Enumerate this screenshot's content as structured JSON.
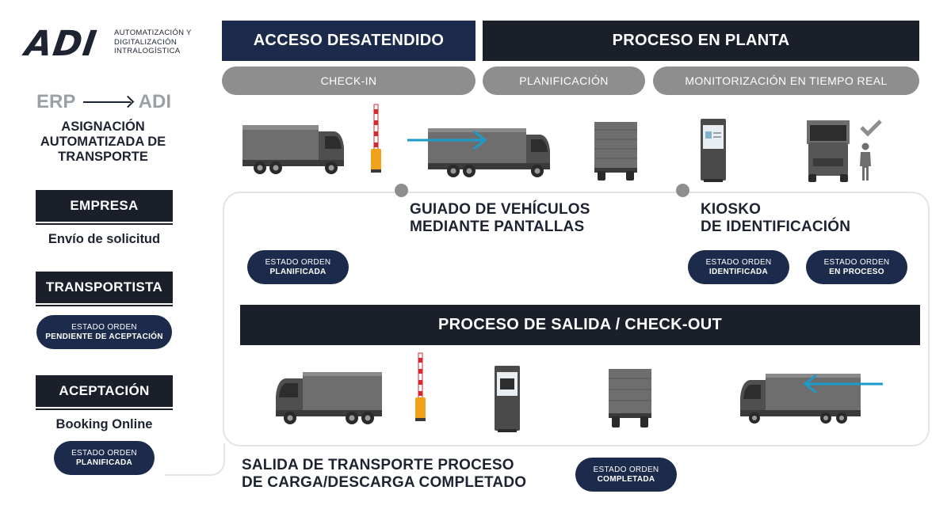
{
  "logo": {
    "mark": "ADI",
    "subtitle_lines": [
      "AUTOMATIZACIÓN Y",
      "DIGITALIZACIÓN",
      "INTRALOGÍSTICA"
    ]
  },
  "left": {
    "erp_from": "ERP",
    "erp_to": "ADI",
    "title_lines": [
      "ASIGNACIÓN",
      "AUTOMATIZADA DE",
      "TRANSPORTE"
    ],
    "steps": [
      {
        "label": "EMPRESA",
        "sub": "Envío de solicitud"
      },
      {
        "label": "TRANSPORTISTA",
        "pill_line1": "ESTADO ORDEN",
        "pill_line2": "PENDIENTE DE ACEPTACIÓN"
      },
      {
        "label": "ACEPTACIÓN",
        "sub": "Booking Online",
        "pill_line1": "ESTADO ORDEN",
        "pill_line2": "PLANIFICADA"
      }
    ]
  },
  "headers": {
    "access": "ACCESO DESATENDIDO",
    "plant": "PROCESO EN PLANTA"
  },
  "tabs": {
    "checkin": "CHECK-IN",
    "planning": "PLANIFICACIÓN",
    "monitoring": "MONITORIZACIÓN EN TIEMPO REAL"
  },
  "stages": {
    "guidance_lines": [
      "GUIADO DE VEHÍCULOS",
      "MEDIANTE PANTALLAS"
    ],
    "kiosk_lines": [
      "KIOSKO",
      "DE IDENTIFICACIÓN"
    ],
    "status_planned": {
      "line1": "ESTADO ORDEN",
      "line2": "PLANIFICADA"
    },
    "status_identified": {
      "line1": "ESTADO ORDEN",
      "line2": "IDENTIFICADA"
    },
    "status_in_process": {
      "line1": "ESTADO ORDEN",
      "line2": "EN PROCESO"
    }
  },
  "exit": {
    "header": "PROCESO DE SALIDA / CHECK-OUT",
    "title_lines": [
      "SALIDA DE TRANSPORTE PROCESO",
      "DE CARGA/DESCARGA COMPLETADO"
    ],
    "status": {
      "line1": "ESTADO ORDEN",
      "line2": "COMPLETADA"
    }
  },
  "colors": {
    "navy": "#1c2b4b",
    "dark": "#1b1f2a",
    "gray_tab": "#8e8e8e",
    "arrow_blue": "#1a9bc9",
    "barrier_red": "#d6282f",
    "barrier_orange": "#f0a21b"
  },
  "icons": [
    "truck-side-icon",
    "barrier-gate-icon",
    "truck-rear-icon",
    "kiosk-icon",
    "checkmark-icon",
    "person-icon",
    "arrow-right-icon",
    "arrow-left-icon"
  ]
}
